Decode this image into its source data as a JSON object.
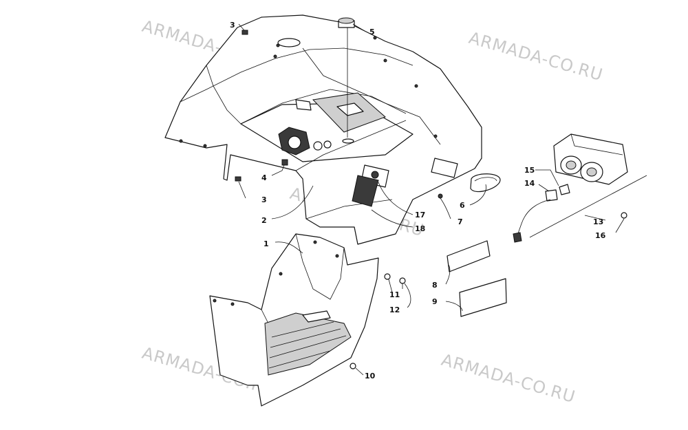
{
  "watermark": "ARMADA-CO.RU",
  "callouts": {
    "c1": "1",
    "c2": "2",
    "c3a": "3",
    "c3b": "3",
    "c4": "4",
    "c5": "5",
    "c6": "6",
    "c7": "7",
    "c8": "8",
    "c9": "9",
    "c10": "10",
    "c11": "11",
    "c12": "12",
    "c13": "13",
    "c14": "14",
    "c15": "15",
    "c16": "16",
    "c17": "17",
    "c18": "18"
  }
}
